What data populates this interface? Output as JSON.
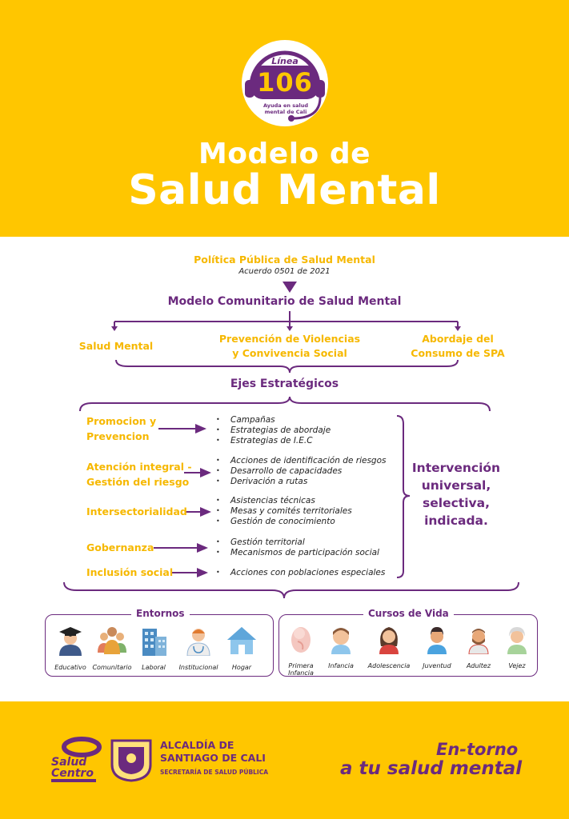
{
  "logo": {
    "line_label": "Línea",
    "number": "106",
    "subtitle": "Ayuda en salud mental de Cali"
  },
  "title": {
    "line1": "Modelo de",
    "line2": "Salud Mental"
  },
  "policy": {
    "title": "Política Pública de Salud Mental",
    "subtitle": "Acuerdo 0501 de 2021"
  },
  "model": {
    "title": "Modelo Comunitario de Salud Mental"
  },
  "branches": [
    {
      "label": "Salud Mental"
    },
    {
      "label_line1": "Prevención de Violencias",
      "label_line2": "y Convivencia Social"
    },
    {
      "label_line1": "Abordaje del",
      "label_line2": "Consumo de SPA"
    }
  ],
  "ejes": {
    "title": "Ejes Estratégicos",
    "items": [
      {
        "label_line1": "Promocion y",
        "label_line2": "Prevencion",
        "bullets": [
          "Campañas",
          "Estrategias de abordaje",
          "Estrategias de I.E.C"
        ]
      },
      {
        "label_line1": "Atención integral -",
        "label_line2": "Gestión del riesgo",
        "bullets": [
          "Acciones de identificación de riesgos",
          "Desarrollo de capacidades",
          "Derivación a rutas"
        ]
      },
      {
        "label_line1": "Intersectorialidad",
        "bullets": [
          "Asistencias técnicas",
          "Mesas y comités territoriales",
          "Gestión de conocimiento"
        ]
      },
      {
        "label_line1": "Gobernanza",
        "bullets": [
          "Gestión territorial",
          "Mecanismos de participación social"
        ]
      },
      {
        "label_line1": "Inclusión social",
        "bullets": [
          "Acciones con poblaciones especiales"
        ]
      }
    ],
    "intervention": {
      "line1": "Intervención",
      "line2": "universal,",
      "line3": "selectiva,",
      "line4": "indicada."
    }
  },
  "entornos": {
    "title": "Entornos",
    "items": [
      {
        "label": "Educativo",
        "icon": "graduate-icon"
      },
      {
        "label": "Comunitario",
        "icon": "community-icon"
      },
      {
        "label": "Laboral",
        "icon": "office-building-icon"
      },
      {
        "label": "Institucional",
        "icon": "doctor-icon"
      },
      {
        "label": "Hogar",
        "icon": "house-icon"
      }
    ]
  },
  "cursos": {
    "title": "Cursos de Vida",
    "items": [
      {
        "label_line1": "Primera",
        "label_line2": "Infancia",
        "icon": "fetus-icon"
      },
      {
        "label_line1": "Infancia",
        "icon": "child-icon"
      },
      {
        "label_line1": "Adolescencia",
        "icon": "teen-icon"
      },
      {
        "label_line1": "Juventud",
        "icon": "young-man-icon"
      },
      {
        "label_line1": "Adultez",
        "icon": "adult-icon"
      },
      {
        "label_line1": "Vejez",
        "icon": "elder-icon"
      }
    ]
  },
  "footer": {
    "salud_centro_line1": "Salud",
    "salud_centro_line2": "Centro",
    "alcaldia_line1": "ALCALDÍA DE",
    "alcaldia_line2": "SANTIAGO DE CALI",
    "secretaria": "SECRETARÍA DE SALUD PÚBLICA",
    "slogan_line1": "En-torno",
    "slogan_line2": "a tu salud mental"
  },
  "colors": {
    "yellow": "#FFC600",
    "purple": "#6B2A7E",
    "label_yellow": "#F6B800"
  }
}
